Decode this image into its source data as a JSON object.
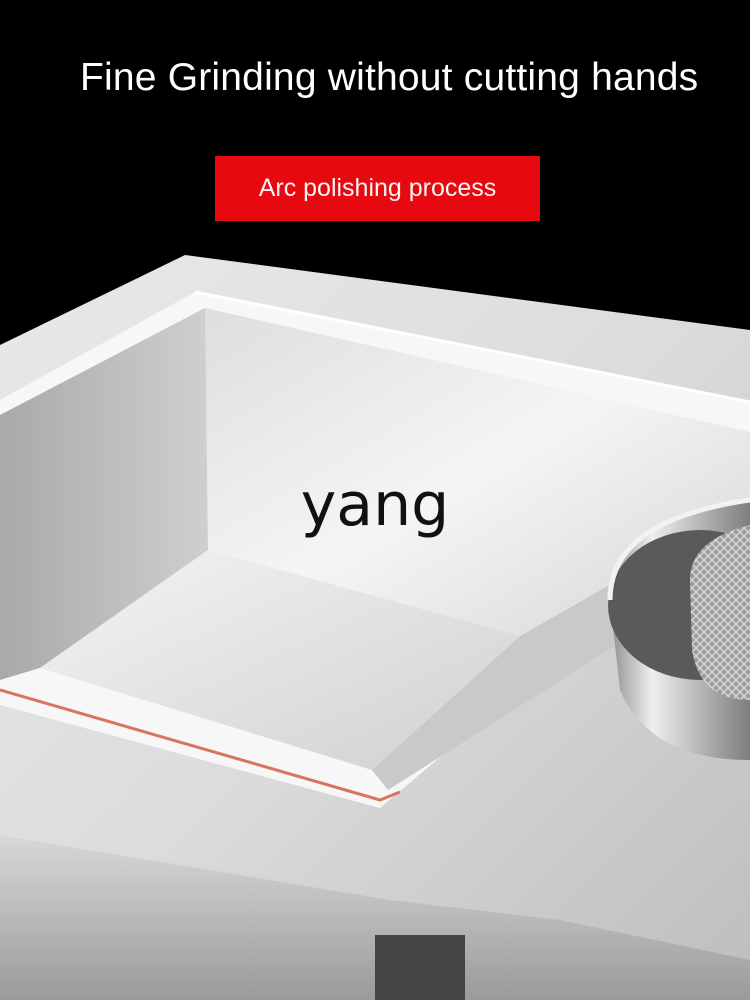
{
  "headline": "Fine Grinding without cutting hands",
  "badge_label": "Arc polishing process",
  "watermark": "yang",
  "colors": {
    "background": "#000000",
    "badge": "#e8080f",
    "headline_text": "#ffffff",
    "watermark_text": "#111111",
    "steel_light": "#eeeeee",
    "steel_mid": "#c4c4c4",
    "edge_accent": "#d9745f"
  }
}
